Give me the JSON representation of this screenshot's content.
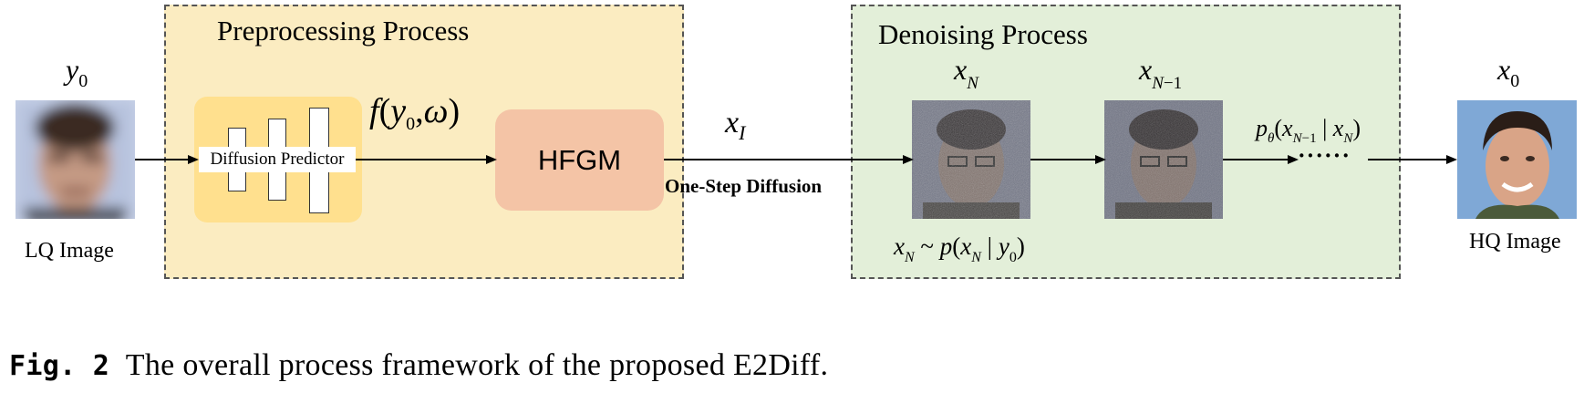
{
  "preprocessing": {
    "title": "Preprocessing Process",
    "predictor_label": "Diffusion Predictor",
    "predictor_output": "f(y₀,ω)",
    "hfgm_label": "HFGM"
  },
  "denoising": {
    "title": "Denoising Process",
    "xn_label": "xₙ",
    "xn1_label": "xₙ₋₁",
    "xn_distribution": "xₙ ~ p(xₙ | y₀)",
    "reverse_step": "pθ(xₙ₋₁ | xₙ)",
    "ellipsis": "······"
  },
  "input": {
    "symbol": "y₀",
    "label": "LQ Image"
  },
  "output": {
    "symbol": "x₀",
    "label": "HQ Image"
  },
  "intermediate": {
    "symbol": "xᴵ",
    "edge_label": "One-Step Diffusion"
  },
  "caption": {
    "fig": "Fig. 2",
    "text": "The overall process framework of the proposed E2Diff."
  },
  "colors": {
    "preprocessing_bg": "#fbecc1",
    "predictor_bg": "#ffe08e",
    "hfgm_bg": "#f4c4a6",
    "denoising_bg": "#e3efd9"
  }
}
